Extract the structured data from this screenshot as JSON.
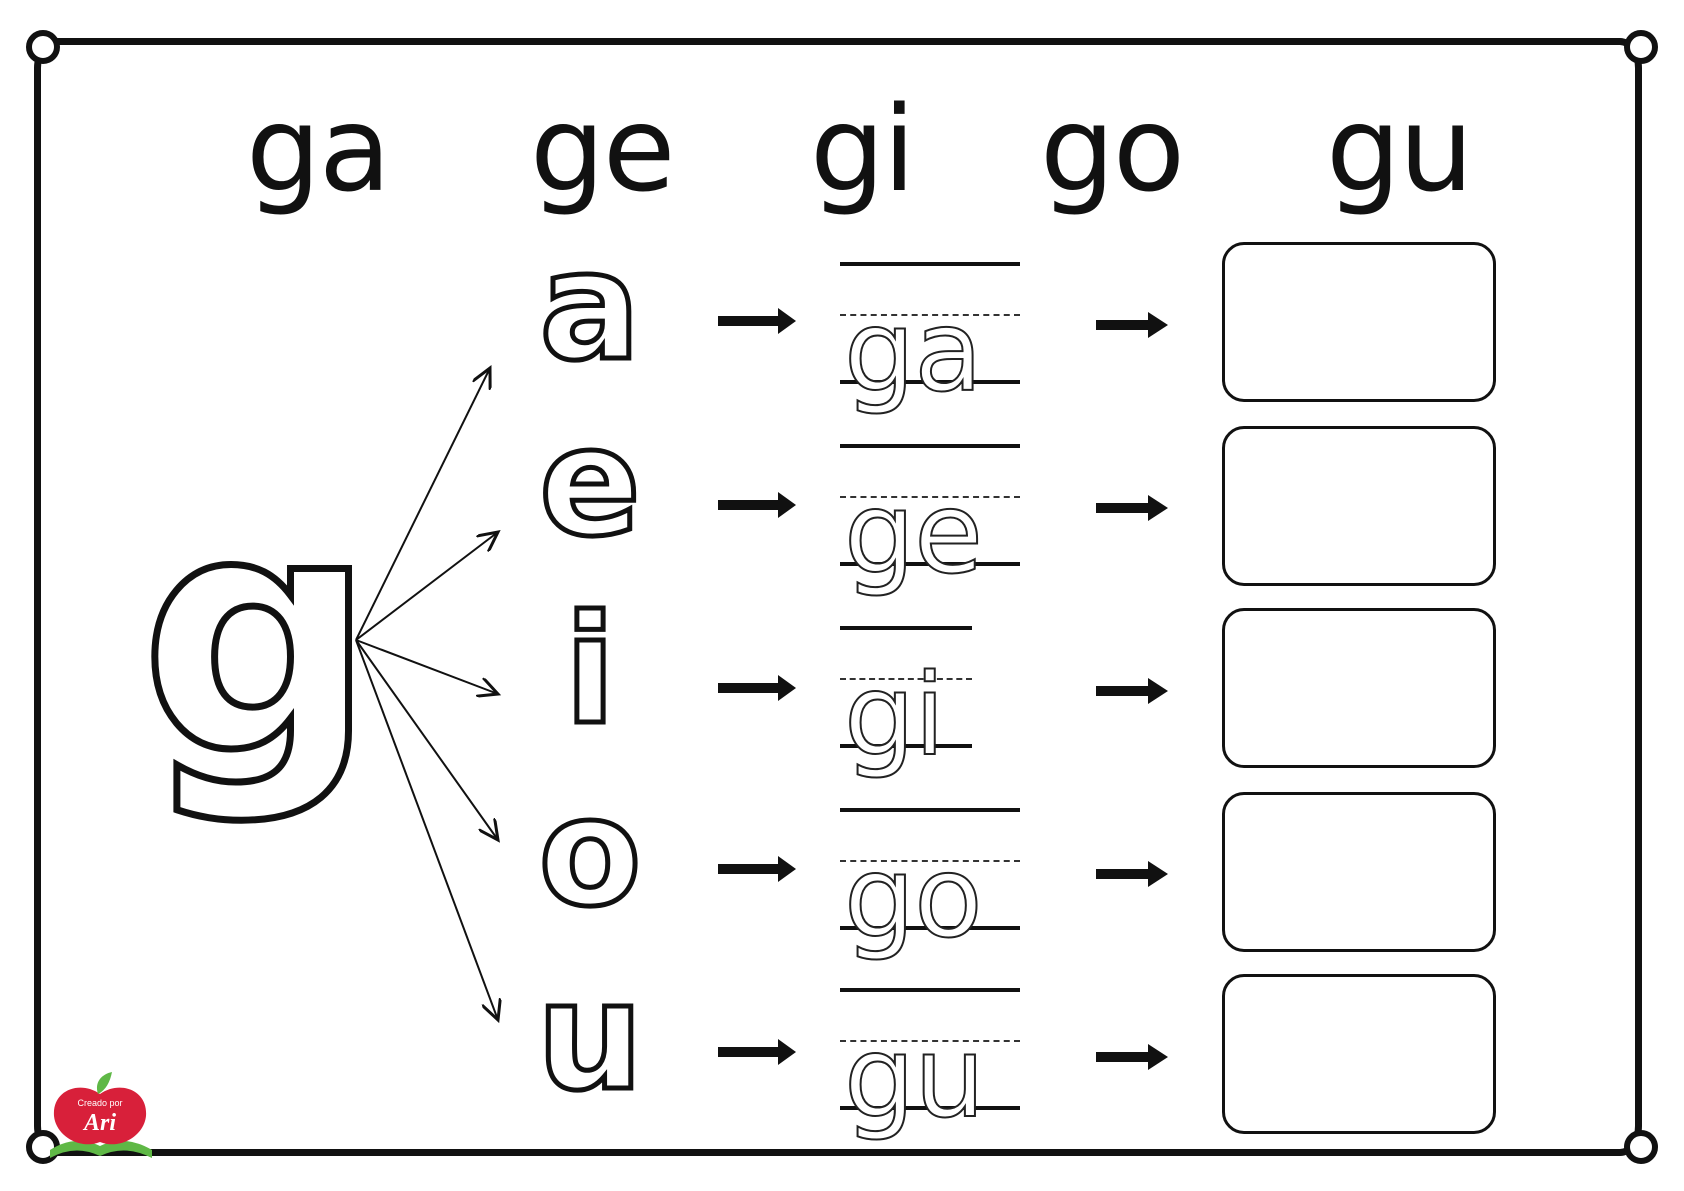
{
  "syllables": [
    "ga",
    "ge",
    "gi",
    "go",
    "gu"
  ],
  "consonant": "g",
  "vowels": [
    "a",
    "e",
    "i",
    "o",
    "u"
  ],
  "trace_words": [
    "ga",
    "ge",
    "gi",
    "go",
    "gu"
  ],
  "logo": {
    "text": "Creado por Ari",
    "icon": "apple-book-logo"
  },
  "colors": {
    "ink": "#111111",
    "logo_red": "#d8203a",
    "logo_green": "#5fb846"
  }
}
